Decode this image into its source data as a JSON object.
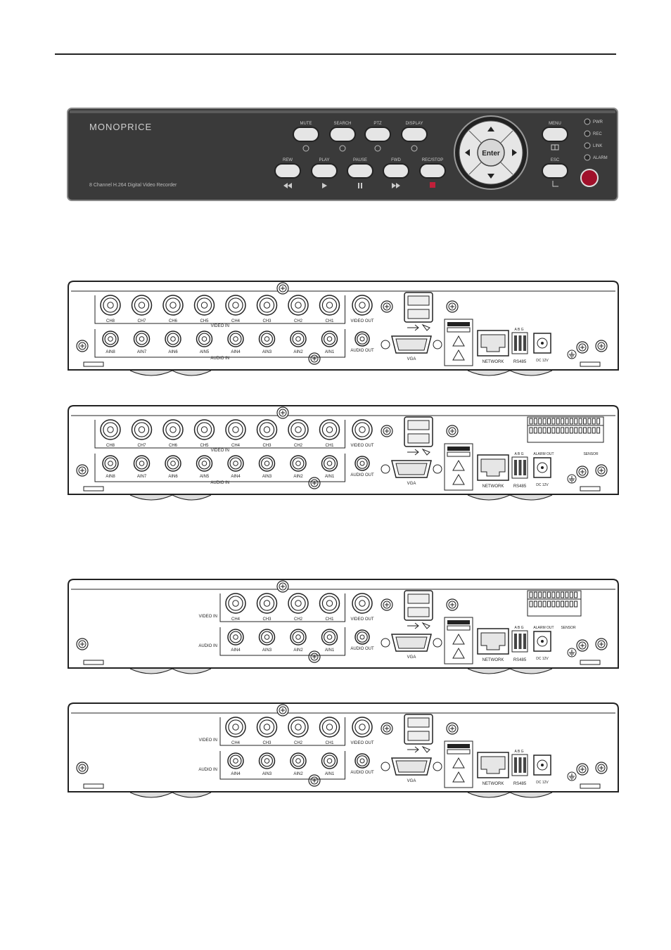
{
  "front": {
    "brand": "MONOPRICE",
    "model_text": "8 Channel H.264 Digital Video Recorder",
    "top_buttons": [
      "MUTE",
      "SEARCH",
      "PTZ",
      "DISPLAY"
    ],
    "bottom_buttons": [
      "REW",
      "PLAY",
      "PAUSE",
      "FWD",
      "REC/STOP"
    ],
    "enter_label": "Enter",
    "right_buttons": [
      "MENU",
      "ESC"
    ],
    "leds": [
      "PWR",
      "REC",
      "LINK",
      "ALARM"
    ]
  },
  "rear_8ch": {
    "video_channels": [
      "CH8",
      "CH7",
      "CH6",
      "CH5",
      "CH4",
      "CH3",
      "CH2",
      "CH1"
    ],
    "audio_channels": [
      "AIN8",
      "AIN7",
      "AIN6",
      "AIN5",
      "AIN4",
      "AIN3",
      "AIN2",
      "AIN1"
    ],
    "video_in": "VIDEO IN",
    "audio_in": "AUDIO IN",
    "video_out": "VIDEO OUT",
    "audio_out": "AUDIO OUT",
    "vga": "VGA",
    "network": "NETWORK",
    "rs485": "RS485",
    "rs485_pins": "A B G",
    "dc": "DC 12V",
    "alarm_out": "ALARM OUT",
    "sensor": "SENSOR"
  },
  "rear_4ch": {
    "video_channels": [
      "CH4",
      "CH3",
      "CH2",
      "CH1"
    ],
    "audio_channels": [
      "AIN4",
      "AIN3",
      "AIN2",
      "AIN1"
    ],
    "video_in": "VIDEO IN",
    "audio_in": "AUDIO IN",
    "video_out": "VIDEO OUT",
    "audio_out": "AUDIO OUT",
    "vga": "VGA",
    "network": "NETWORK",
    "rs485": "RS485",
    "rs485_pins": "A B G",
    "dc": "DC 12V",
    "alarm_out": "ALARM OUT",
    "sensor": "SENSOR"
  }
}
